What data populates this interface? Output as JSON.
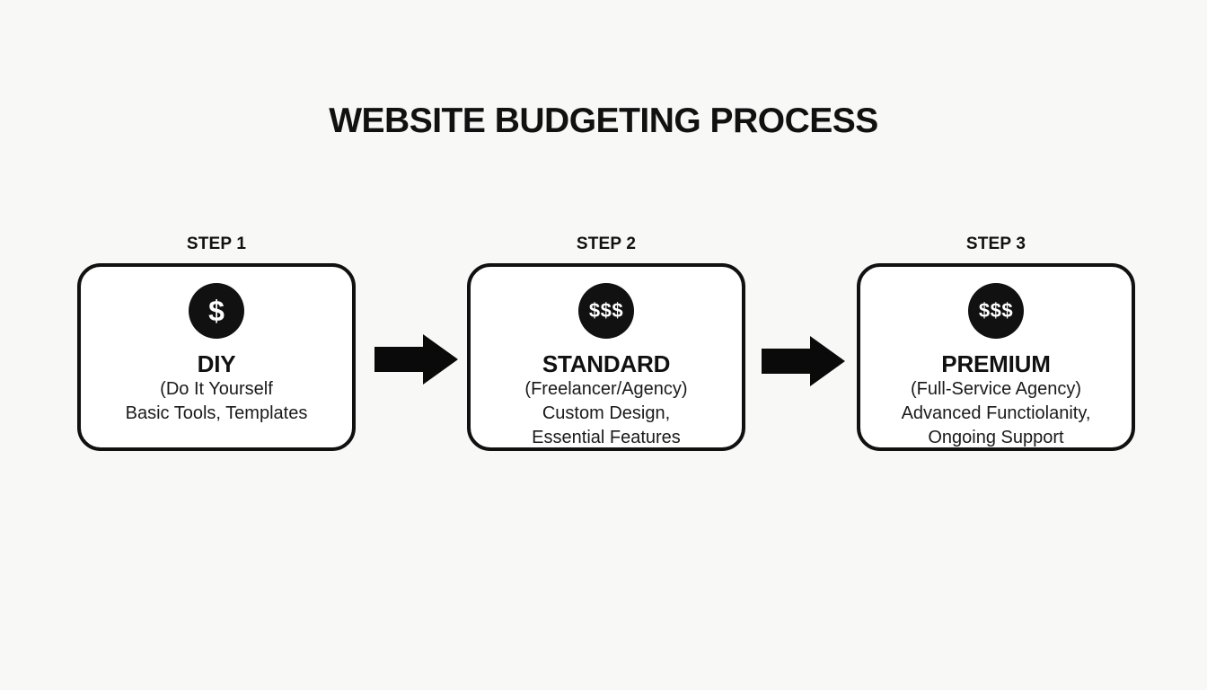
{
  "title": "WEBSITE BUDGETING PROCESS",
  "steps": [
    {
      "label": "STEP 1",
      "icon": "$",
      "name": "DIY",
      "lines": [
        "(Do It Yourself",
        "Basic Tools, Templates"
      ]
    },
    {
      "label": "STEP 2",
      "icon": "$$$",
      "name": "STANDARD",
      "lines": [
        "(Freelancer/Agency)",
        "Custom Design,",
        "Essential Features"
      ]
    },
    {
      "label": "STEP 3",
      "icon": "$$$",
      "name": "PREMIUM",
      "lines": [
        "(Full-Service Agency)",
        "Advanced Functiolanity,",
        "Ongoing Support"
      ]
    }
  ],
  "colors": {
    "background": "#f8f8f6",
    "box_fill": "#ffffff",
    "ink": "#111111"
  }
}
